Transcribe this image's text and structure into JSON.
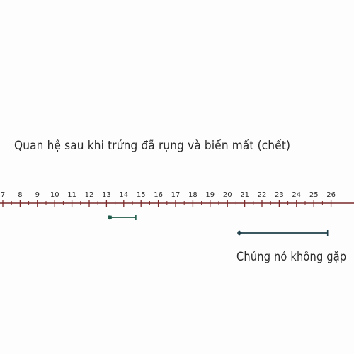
{
  "title": "Quan hệ sau khi trứng đã rụng và biến mất (chết)",
  "note": "Chúng nó không gặp",
  "axis": {
    "tick_labels": [
      "7",
      "8",
      "9",
      "10",
      "11",
      "12",
      "13",
      "14",
      "15",
      "16",
      "17",
      "18",
      "19",
      "20",
      "21",
      "22",
      "23",
      "24",
      "25",
      "26"
    ],
    "line_color": "#7a2a2a"
  },
  "segments": [
    {
      "name": "short-segment",
      "from": 13.2,
      "to": 14.7,
      "color": "#1f5b4a"
    },
    {
      "name": "long-segment",
      "from": 20.7,
      "to": 25.8,
      "color": "#1f3f4a"
    }
  ]
}
